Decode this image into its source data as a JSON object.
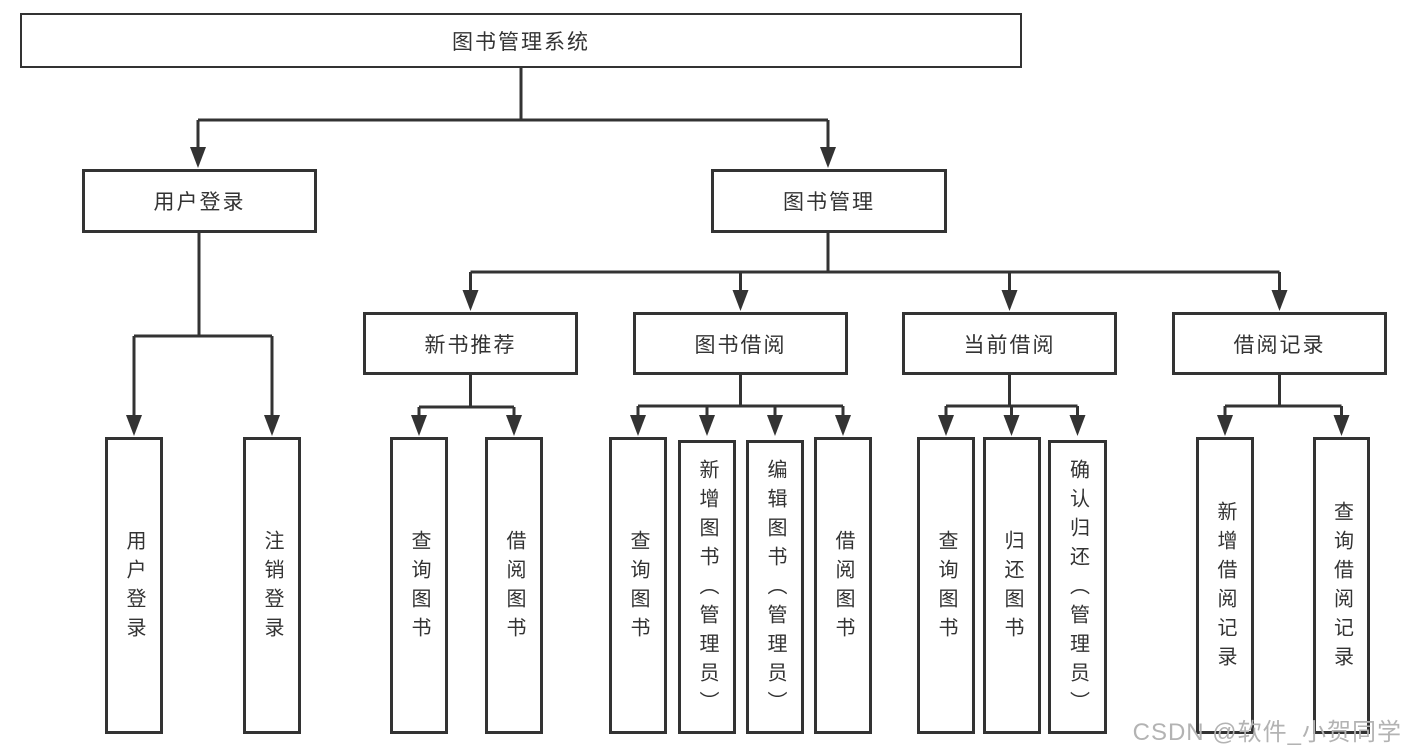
{
  "title": "图书管理系统",
  "tree": {
    "label": "图书管理系统",
    "children": [
      {
        "label": "用户登录",
        "children": [
          {
            "label": "用户登录"
          },
          {
            "label": "注销登录"
          }
        ]
      },
      {
        "label": "图书管理",
        "children": [
          {
            "label": "新书推荐",
            "children": [
              {
                "label": "查询图书"
              },
              {
                "label": "借阅图书"
              }
            ]
          },
          {
            "label": "图书借阅",
            "children": [
              {
                "label": "查询图书"
              },
              {
                "label": "新增图书（管理员）"
              },
              {
                "label": "编辑图书（管理员）"
              },
              {
                "label": "借阅图书"
              }
            ]
          },
          {
            "label": "当前借阅",
            "children": [
              {
                "label": "查询图书"
              },
              {
                "label": "归还图书"
              },
              {
                "label": "确认归还（管理员）"
              }
            ]
          },
          {
            "label": "借阅记录",
            "children": [
              {
                "label": "新增借阅记录"
              },
              {
                "label": "查询借阅记录"
              }
            ]
          }
        ]
      }
    ]
  },
  "watermark": {
    "text": "CSDN @软件_小贺同学"
  },
  "colors": {
    "line": "#333333",
    "box_border": "#333333",
    "box_fill": "#ffffff",
    "text": "#333333",
    "watermark": "#b3b3b3",
    "background": "#ffffff"
  }
}
